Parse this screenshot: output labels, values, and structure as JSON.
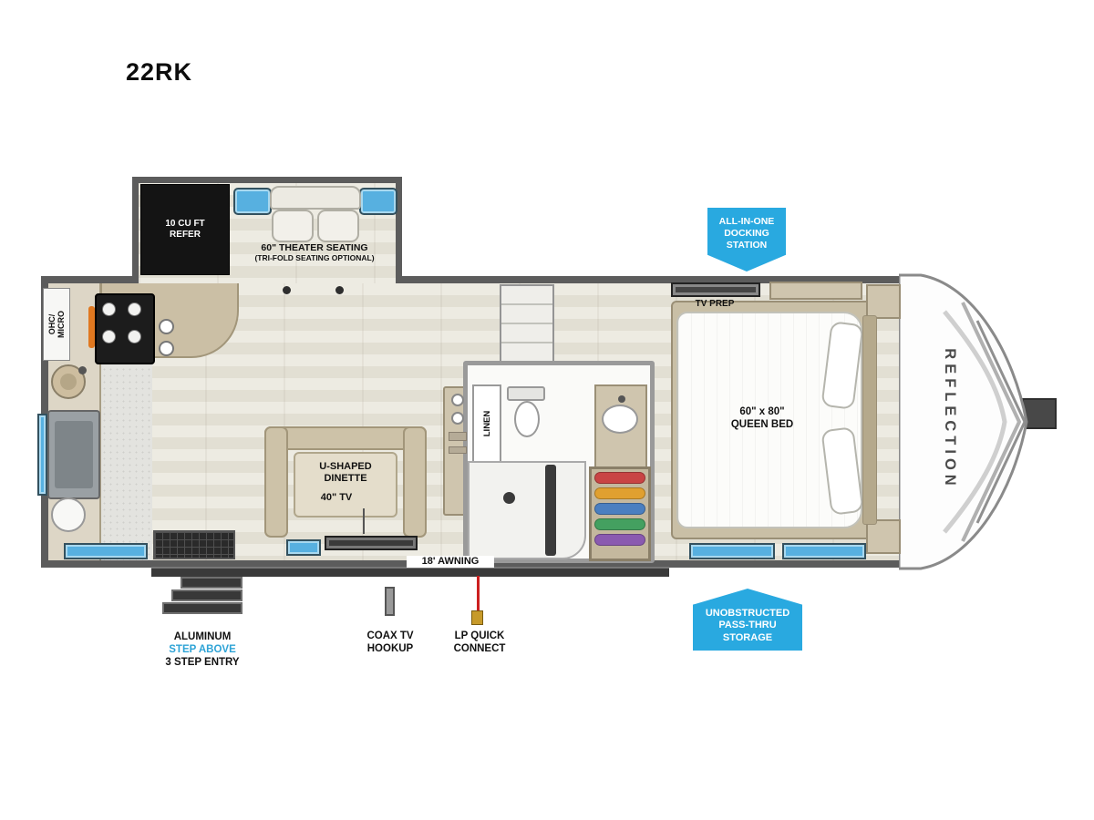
{
  "title": "22RK",
  "badges": {
    "docking": {
      "l1": "ALL-IN-ONE",
      "l2": "DOCKING",
      "l3": "STATION"
    },
    "passthru": {
      "l1": "UNOBSTRUCTED",
      "l2": "PASS-THRU",
      "l3": "STORAGE"
    }
  },
  "slideout": {
    "refer_l1": "10 CU FT",
    "refer_l2": "REFER",
    "theater_l1": "60\" THEATER SEATING",
    "theater_l2": "(TRI-FOLD SEATING OPTIONAL)"
  },
  "kitchen": {
    "ohc_l1": "OHC/",
    "ohc_l2": "MICRO"
  },
  "dinette": {
    "l1": "U-SHAPED",
    "l2": "DINETTE",
    "tv": "40\" TV"
  },
  "bath": {
    "linen": "LINEN"
  },
  "bedroom": {
    "tv_prep": "TV PREP",
    "bed_l1": "60\" x 80\"",
    "bed_l2": "QUEEN BED"
  },
  "brand": "REFLECTION",
  "exterior": {
    "awning": "18' AWNING",
    "steps_l1": "ALUMINUM",
    "steps_l2": "STEP ABOVE",
    "steps_l3": "3 STEP ENTRY",
    "coax_l1": "COAX TV",
    "coax_l2": "HOOKUP",
    "lp_l1": "LP QUICK",
    "lp_l2": "CONNECT"
  },
  "colors": {
    "badge_blue": "#29a9e0",
    "window_blue": "#57b0e0",
    "step_above_blue": "#2ea3d6",
    "lp_red": "#cc2020",
    "wall_gray": "#5c5c5c",
    "counter_tan": "#cbbfa5"
  }
}
